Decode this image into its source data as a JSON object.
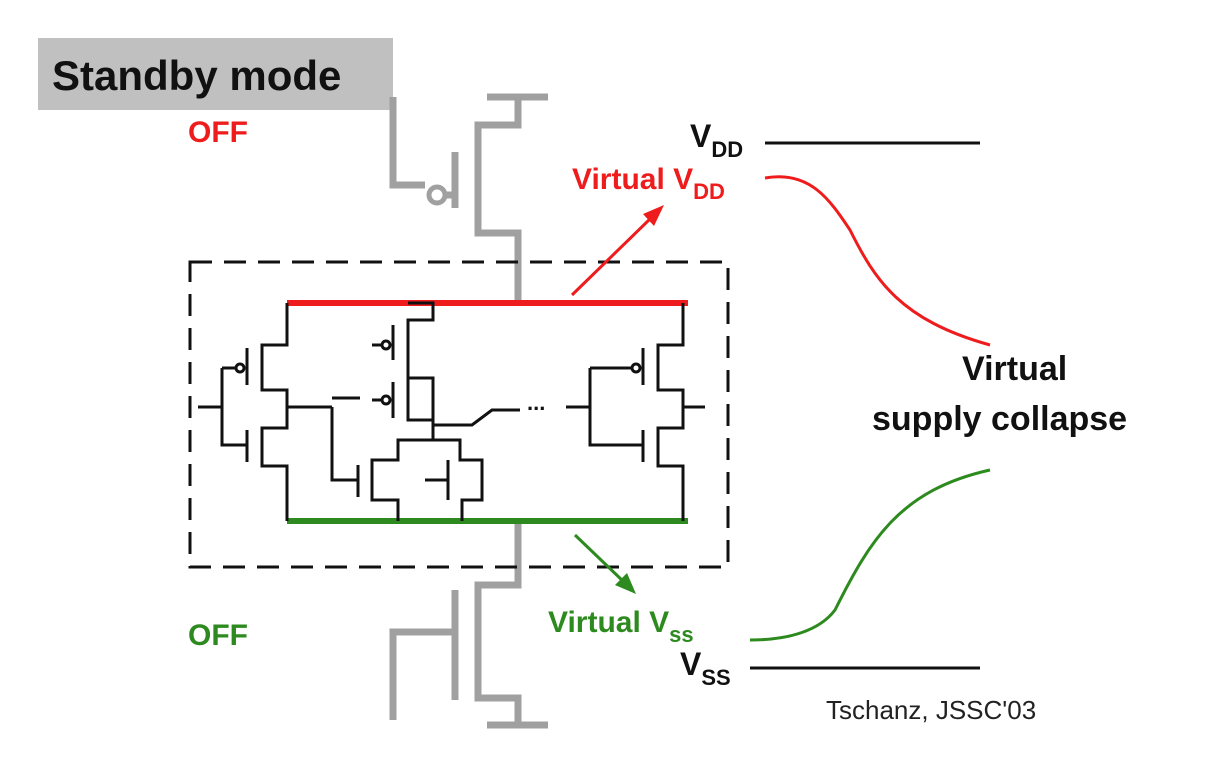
{
  "title": "Standby mode",
  "labels": {
    "off_top": "OFF",
    "off_bottom": "OFF",
    "vdd": {
      "main": "V",
      "sub": "DD"
    },
    "vss": {
      "main": "V",
      "sub": "SS"
    },
    "virtual_vdd": {
      "main": "Virtual V",
      "sub": "DD"
    },
    "virtual_vss": {
      "main": "Virtual V",
      "sub": "ss"
    },
    "collapse_line1": "Virtual",
    "collapse_line2": "supply collapse",
    "ellipsis": "...",
    "credit": "Tschanz, JSSC'03"
  },
  "colors": {
    "red": "#ee1c1c",
    "green": "#2d8a1e",
    "gray": "#a0a0a0",
    "black": "#111111",
    "title_bg": "#c0c0c0"
  }
}
